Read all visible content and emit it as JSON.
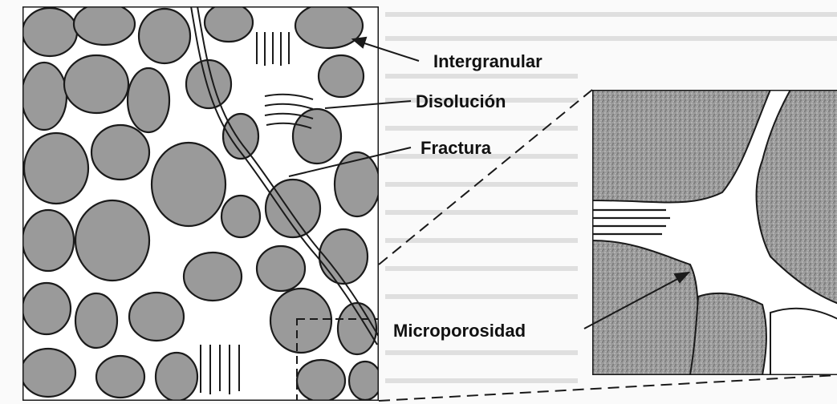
{
  "labels": {
    "intergranular": "Intergranular",
    "disolucion": "Disolución",
    "fractura": "Fractura",
    "microporosidad": "Microporosidad"
  },
  "colors": {
    "grain": "#9a9a9a",
    "grain_dark": "#7c7c7c",
    "pore": "#ffffff",
    "outline": "#1a1a1a",
    "background_text": "#b8b8b8"
  }
}
